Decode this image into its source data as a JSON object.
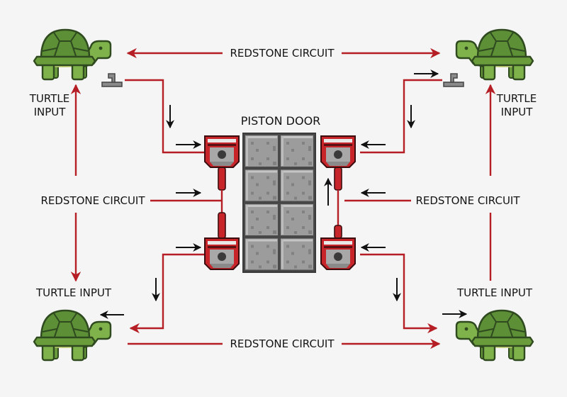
{
  "title": "PISTON DOOR",
  "labels": {
    "top_circuit": "REDSTONE CIRCUIT",
    "bottom_circuit": "REDSTONE CIRCUIT",
    "left_circuit": "REDSTONE CIRCUIT",
    "right_circuit": "REDSTONE CIRCUIT",
    "turtle_input_top_left_line1": "TURTLE",
    "turtle_input_top_left_line2": "INPUT",
    "turtle_input_top_right_line1": "TURTLE",
    "turtle_input_top_right_line2": "INPUT",
    "turtle_input_bottom_left": "TURTLE INPUT",
    "turtle_input_bottom_right": "TURTLE INPUT"
  },
  "components": {
    "turtles": [
      "top-left",
      "top-right",
      "bottom-left",
      "bottom-right"
    ],
    "levers": [
      "top-left",
      "top-right"
    ],
    "pistons": [
      "top-left",
      "top-right",
      "bottom-left",
      "bottom-right"
    ],
    "door_blocks": {
      "rows": 4,
      "cols": 2
    }
  },
  "colors": {
    "redstone": "#b51e24",
    "turtle_body": "#7fb24a",
    "turtle_shell": "#5c8f36",
    "outline": "#2f4a1f",
    "stone": "#9a9a9a",
    "piston_red": "#c8252b"
  }
}
